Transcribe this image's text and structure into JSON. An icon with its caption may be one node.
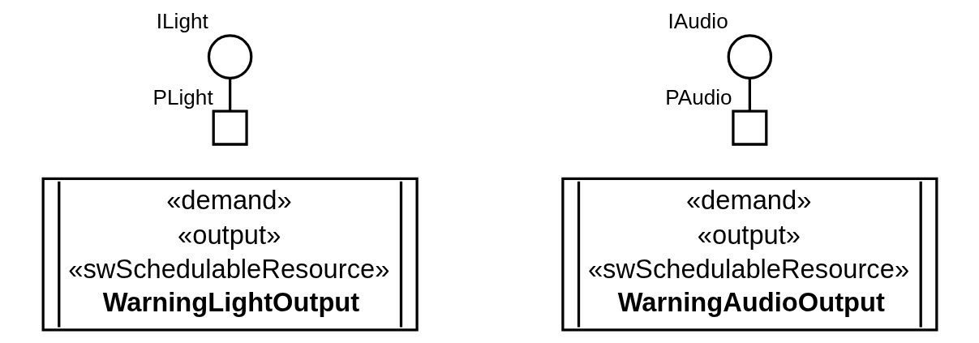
{
  "diagram": {
    "nodes": [
      {
        "text": [],
        "shape": "circle",
        "beside": [
          "ILight"
        ]
      },
      {
        "text": [],
        "shape": "box",
        "beside": [
          "PLight"
        ]
      },
      {
        "text": [
          "«demand»",
          "«output»",
          "«swSchedulableResource»",
          "WarningLightOutput"
        ]
      },
      {
        "text": [],
        "shape": "circle",
        "beside": [
          "IAudio"
        ]
      },
      {
        "text": [],
        "shape": "box",
        "beside": [
          "PAudio"
        ]
      },
      {
        "text": [
          "«demand»",
          "«output»",
          "«swSchedulableResource»",
          "WarningAudioOutput"
        ]
      }
    ],
    "edges": [
      {
        "from": 0,
        "to": 1,
        "arrow": "none"
      },
      {
        "from": 3,
        "to": 4,
        "arrow": "none"
      }
    ]
  }
}
